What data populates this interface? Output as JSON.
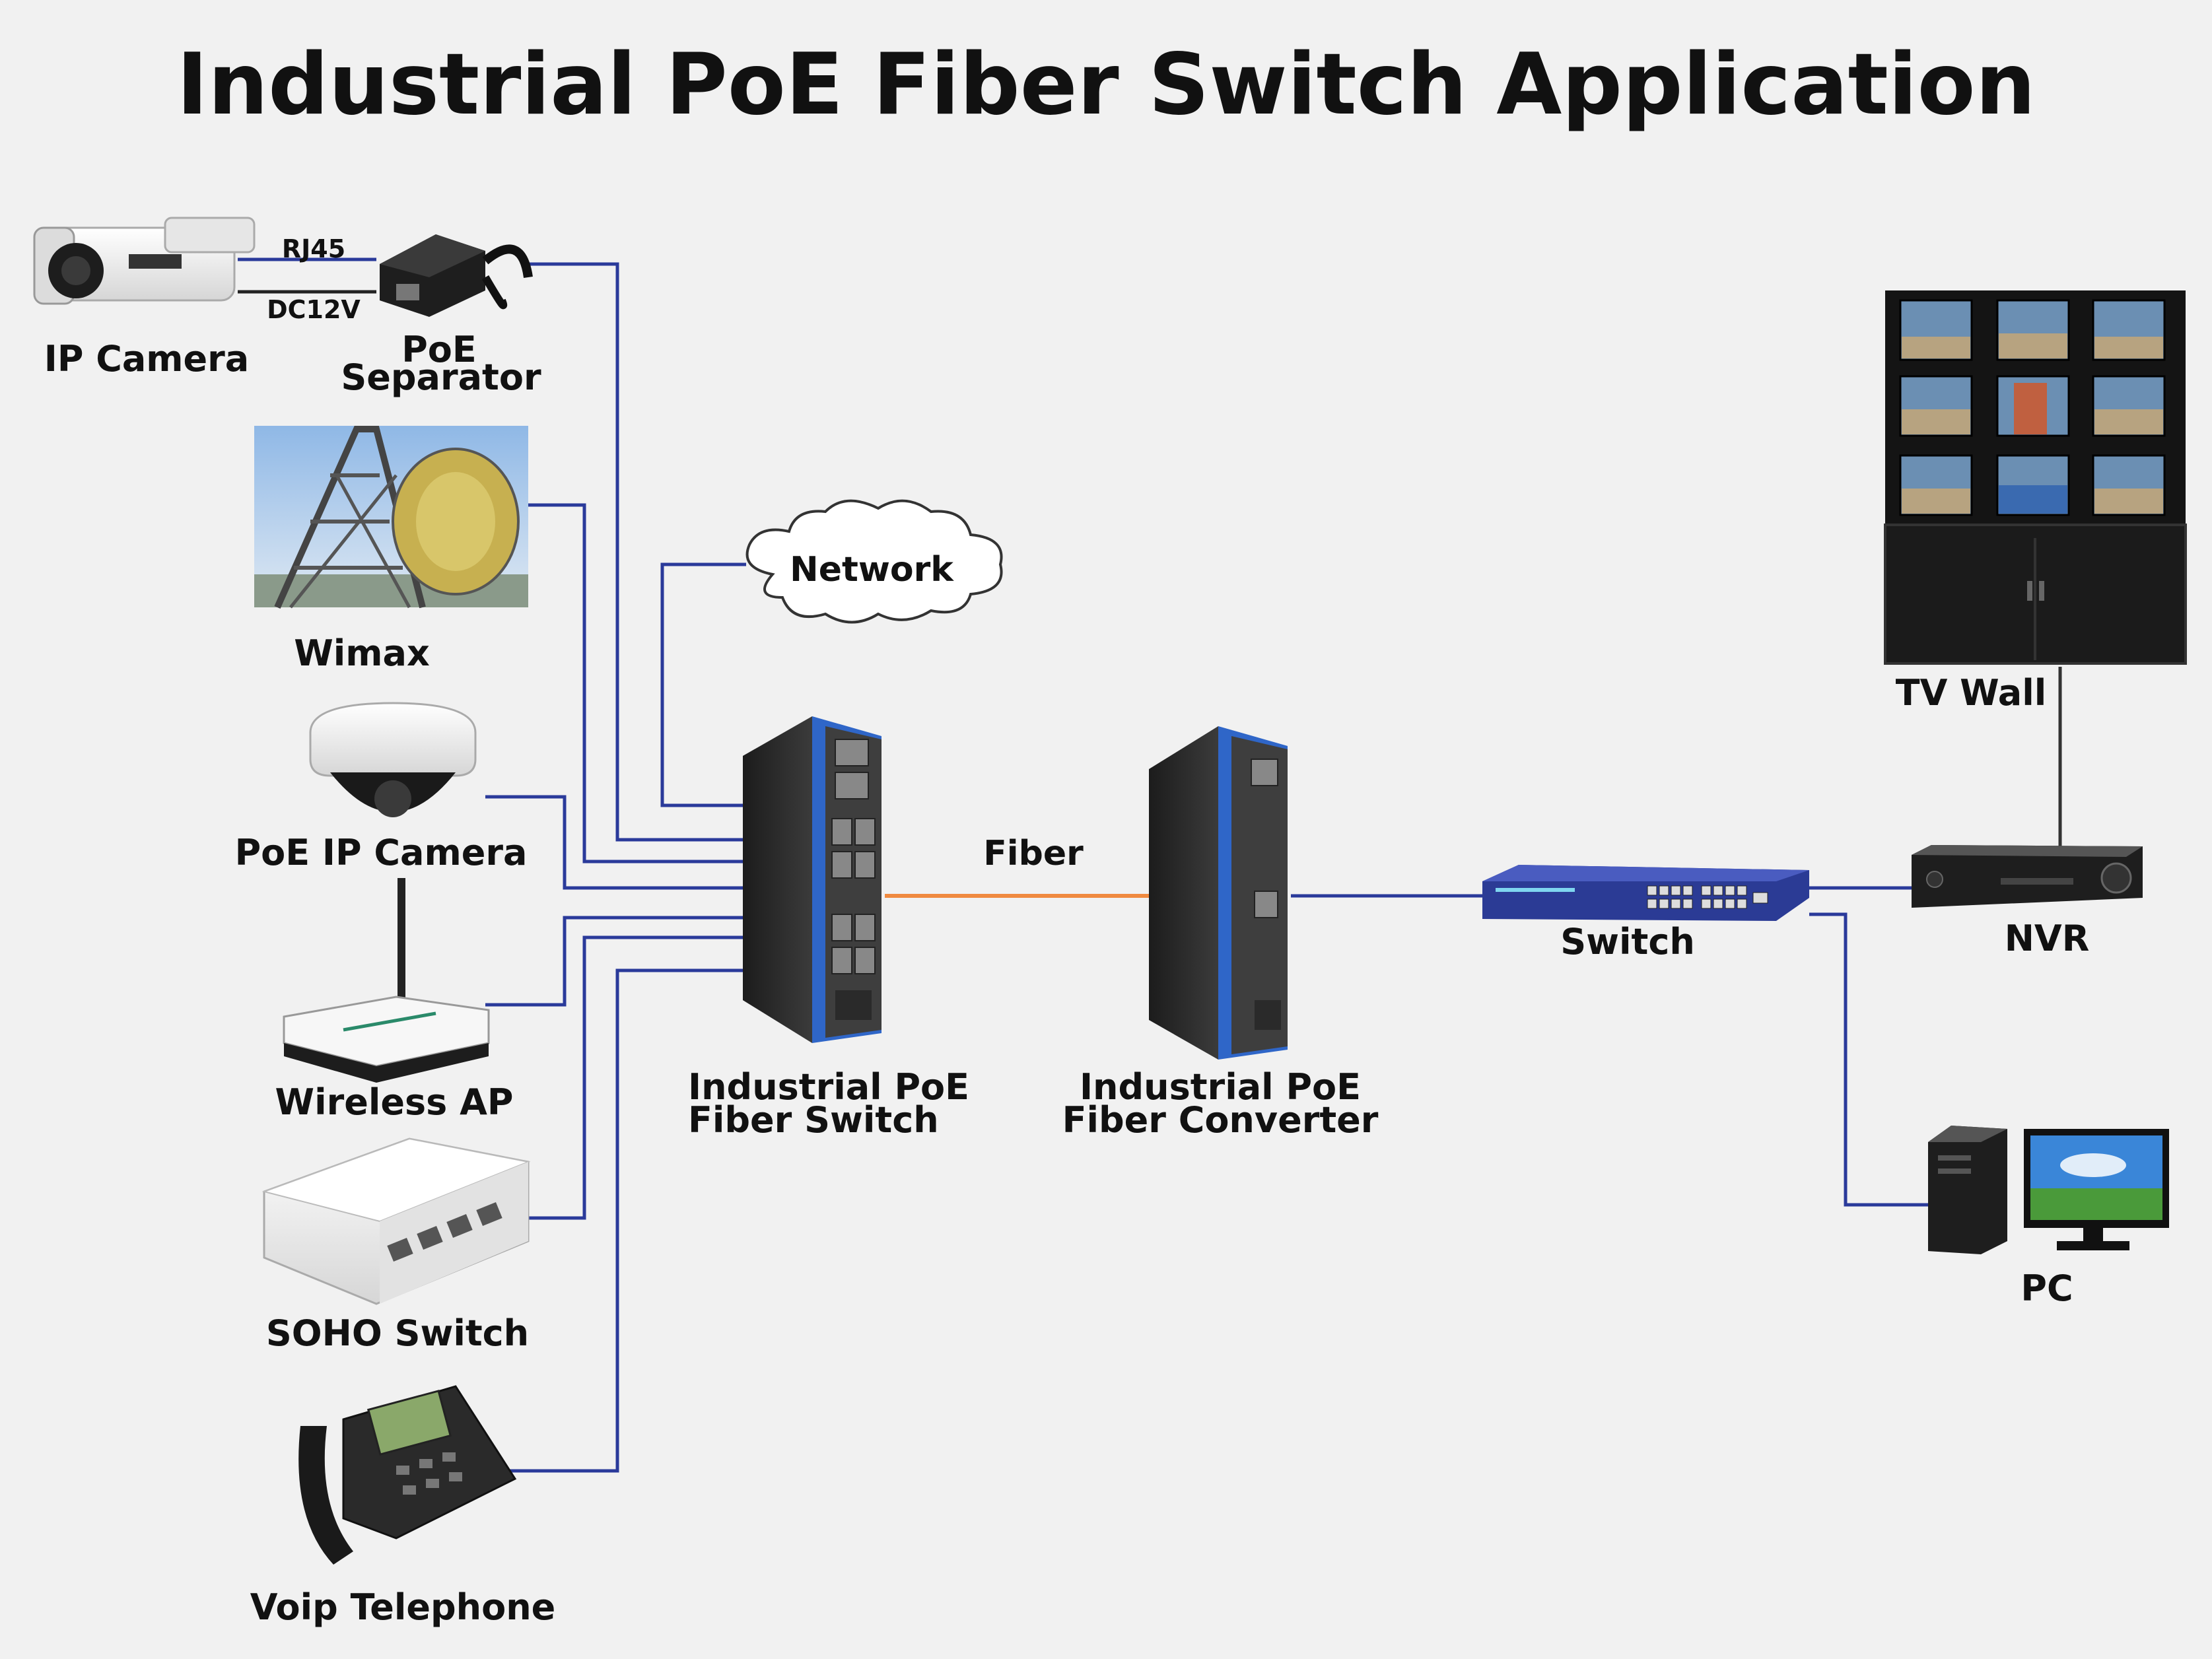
{
  "title": "Industrial PoE Fiber Switch Application",
  "connection_labels": {
    "rj45": "RJ45",
    "dc12v": "DC12V",
    "fiber": "Fiber"
  },
  "nodes": {
    "ip_camera": "IP Camera",
    "poe_separator_line1": "PoE",
    "poe_separator_line2": "Separator",
    "wimax": "Wimax",
    "poe_ip_camera": "PoE IP Camera",
    "wireless_ap": "Wireless AP",
    "soho_switch": "SOHO Switch",
    "voip_telephone": "Voip Telephone",
    "network": "Network",
    "fiber_switch_line1": "Industrial PoE",
    "fiber_switch_line2": "Fiber Switch",
    "fiber_converter_line1": "Industrial PoE",
    "fiber_converter_line2": "Fiber Converter",
    "switch": "Switch",
    "nvr": "NVR",
    "tv_wall": "TV Wall",
    "pc": "PC"
  },
  "colors": {
    "ethernet_line": "#2a3a9a",
    "fiber_line": "#f08a40",
    "background": "#f1f1f1",
    "switch_accent": "#2f66c8"
  }
}
